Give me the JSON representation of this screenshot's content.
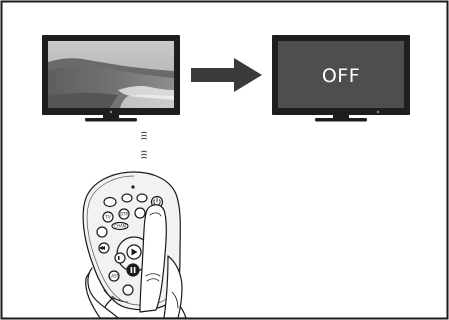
{
  "panels": {
    "tv_on": {
      "screen_content": "landscape-photo"
    },
    "tv_off": {
      "screen_text": "OFF"
    }
  },
  "arrow": {
    "direction": "right",
    "color": "#3a3a3a"
  },
  "signal": {
    "icon": "infrared-signal-waves"
  },
  "remote": {
    "highlighted_button": "power",
    "power_button_glyph": "⏻",
    "play_glyph": "▶",
    "pause_glyph": "⏸",
    "buttons": [
      "TV",
      "DTR",
      "CHAN",
      "LAST"
    ]
  },
  "colors": {
    "frame": "#1a1a1a",
    "tv_body": "#1e1e1e",
    "off_screen": "#4e4e4e",
    "off_text": "#ffffff",
    "remote_body": "#f2f2f2",
    "button_dark": "#2a2a2a"
  }
}
